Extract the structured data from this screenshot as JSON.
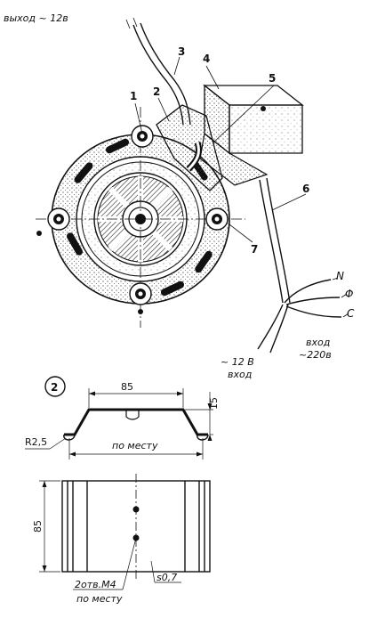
{
  "labels": {
    "output_top": "выход ~ 12в",
    "n": "N",
    "phi": "Φ",
    "c": "C",
    "input_220_line1": "вход",
    "input_220_line2": "~220в",
    "input_12_line1": "~ 12 В",
    "input_12_line2": "вход"
  },
  "callouts": [
    "1",
    "2",
    "3",
    "4",
    "5",
    "6",
    "7"
  ],
  "bracket": {
    "circle_number": "2",
    "width_dim": "85",
    "height_dim": "15",
    "radius_dim": "R2,5",
    "fit_note": "по месту",
    "side_dim": "85",
    "holes_note_line1": "2отв.М4",
    "holes_note_line2": "по месту",
    "thickness": "s0,7"
  }
}
